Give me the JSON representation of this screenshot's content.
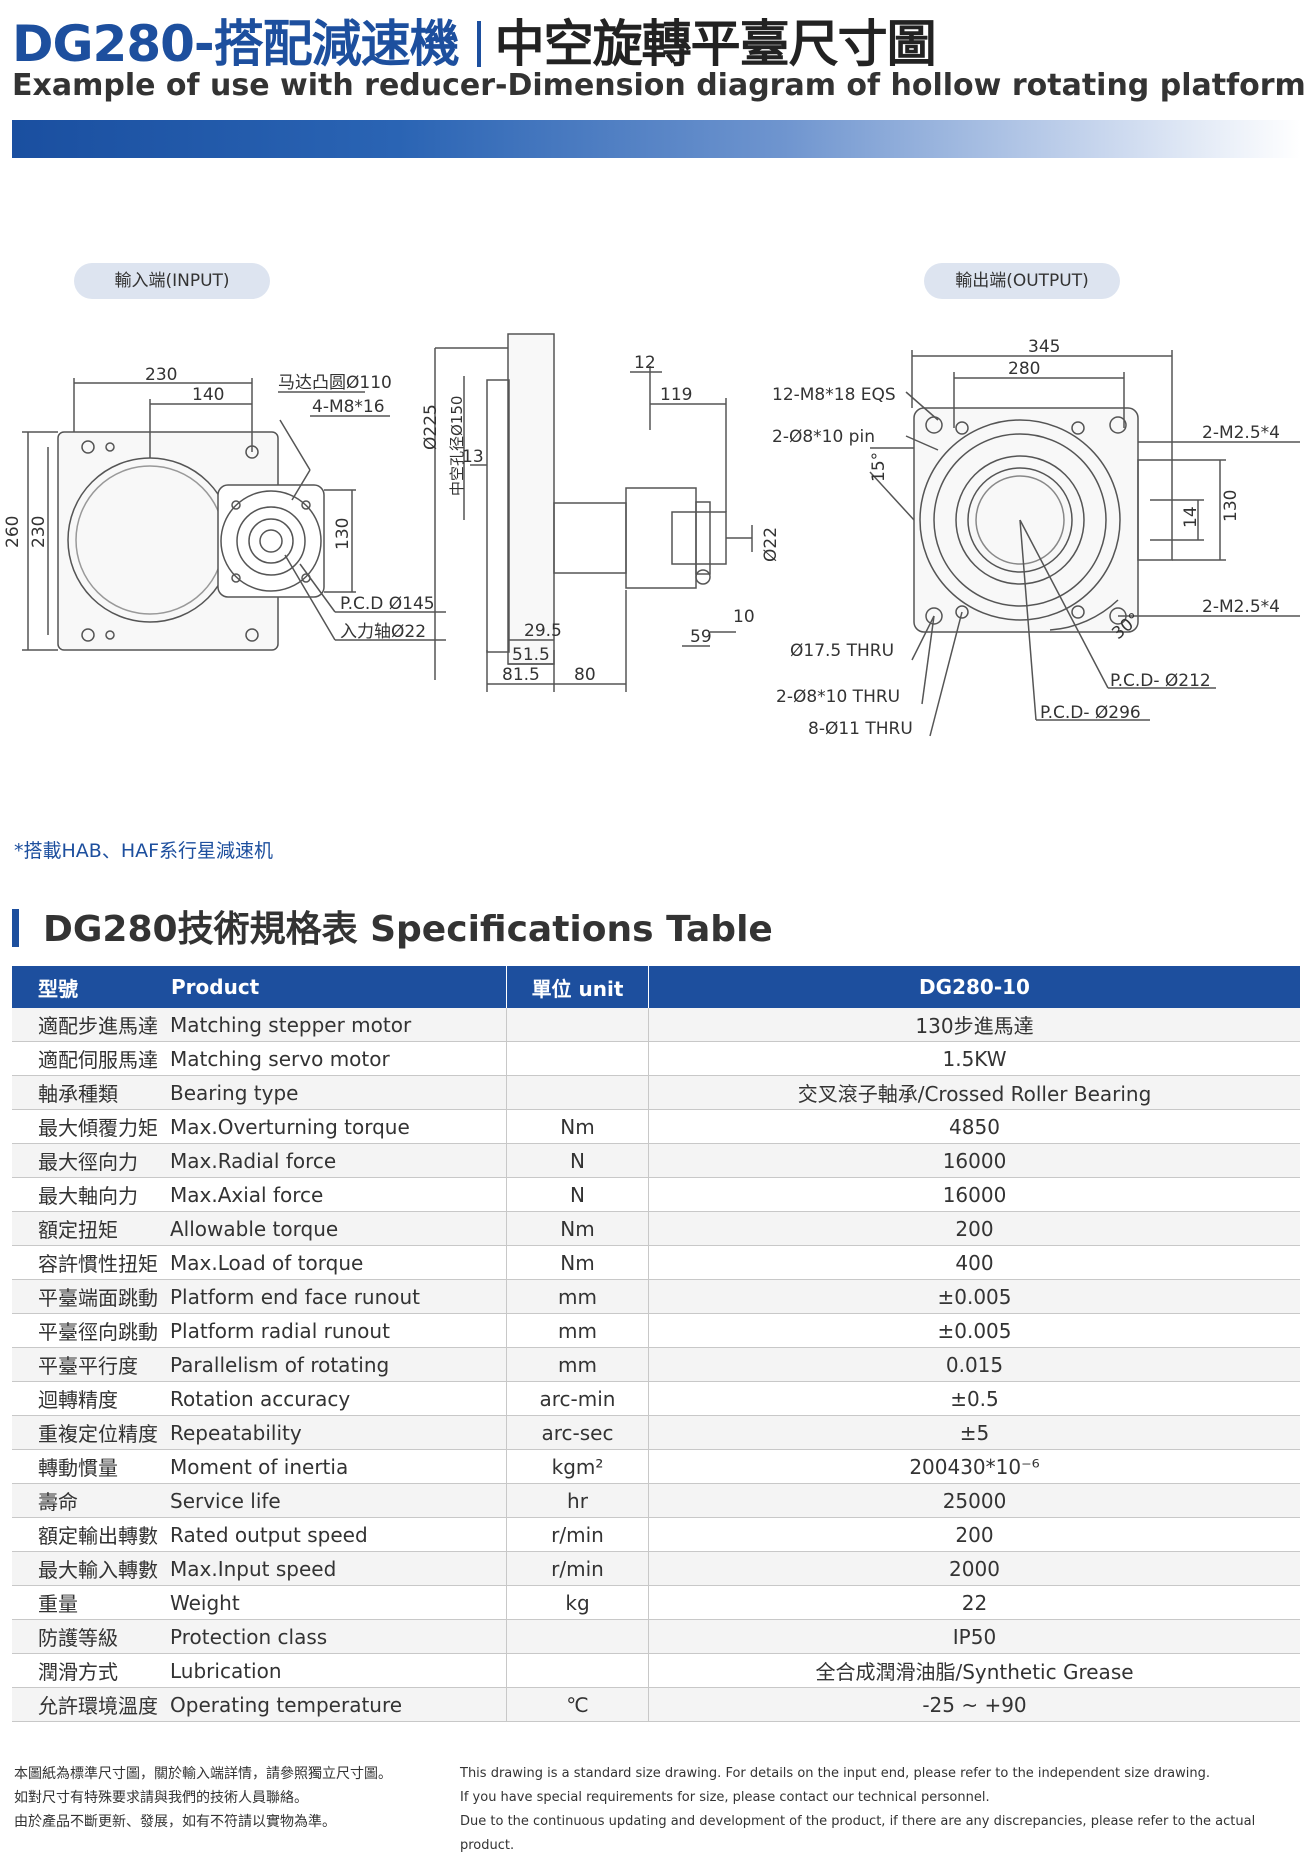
{
  "header": {
    "model": "DG280-搭配減速機",
    "title_cn": "中空旋轉平臺尺寸圖",
    "subtitle": "Example of use with reducer-Dimension diagram of hollow rotating platform"
  },
  "drawing": {
    "input_label": "輸入端(INPUT)",
    "output_label": "輸出端(OUTPUT)",
    "input_dims": {
      "w230": "230",
      "w140": "140",
      "h260": "260",
      "h230": "230",
      "motor_boss": "马达凸圆Ø110",
      "m8": "4-M8*16",
      "h130": "130",
      "pcd145": "P.C.D Ø145",
      "shaft22": "入力轴Ø22"
    },
    "side_dims": {
      "d225": "Ø225",
      "hollow150": "中空孔径Ø150",
      "d13": "13",
      "d12": "12",
      "d119": "119",
      "d22": "Ø22",
      "d10": "10",
      "d59": "59",
      "d29_5": "29.5",
      "d51_5": "51.5",
      "d81_5": "81.5",
      "d80": "80"
    },
    "output_dims": {
      "w345": "345",
      "w280": "280",
      "eqs": "12-M8*18 EQS",
      "pin": "2-Ø8*10 pin",
      "m25a": "2-M2.5*4",
      "m25b": "2-M2.5*4",
      "h14": "14",
      "h130": "130",
      "ang15": "15°",
      "ang30": "30°",
      "thru175": "Ø17.5 THRU",
      "thru8": "2-Ø8*10 THRU",
      "thru11": "8-Ø11 THRU",
      "pcd212": "P.C.D- Ø212",
      "pcd296": "P.C.D- Ø296"
    }
  },
  "note_star": "*搭載HAB、HAF系行星減速机",
  "spec_heading": "DG280技術規格表 Specifications Table",
  "table": {
    "headers": [
      "型號",
      "Product",
      "單位  unit",
      "DG280-10"
    ],
    "rows": [
      [
        "適配步進馬達",
        "Matching stepper motor",
        "",
        "130步進馬達"
      ],
      [
        "適配伺服馬達",
        "Matching servo motor",
        "",
        "1.5KW"
      ],
      [
        "軸承種類",
        "Bearing type",
        "",
        "交叉滾子軸承/Crossed Roller Bearing"
      ],
      [
        "最大傾覆力矩",
        "Max.Overturning torque",
        "Nm",
        "4850"
      ],
      [
        "最大徑向力",
        "Max.Radial force",
        "N",
        "16000"
      ],
      [
        "最大軸向力",
        "Max.Axial force",
        "N",
        "16000"
      ],
      [
        "額定扭矩",
        "Allowable torque",
        "Nm",
        "200"
      ],
      [
        "容許慣性扭矩",
        "Max.Load of torque",
        "Nm",
        "400"
      ],
      [
        "平臺端面跳動",
        "Platform end face runout",
        "mm",
        "±0.005"
      ],
      [
        "平臺徑向跳動",
        "Platform radial runout",
        "mm",
        "±0.005"
      ],
      [
        "平臺平行度",
        "Parallelism of rotating",
        "mm",
        "0.015"
      ],
      [
        "迴轉精度",
        "Rotation accuracy",
        "arc-min",
        "±0.5"
      ],
      [
        "重複定位精度",
        "Repeatability",
        "arc-sec",
        "±5"
      ],
      [
        "轉動慣量",
        "Moment of inertia",
        "kgm²",
        "200430*10⁻⁶"
      ],
      [
        "壽命",
        "Service life",
        "hr",
        "25000"
      ],
      [
        "額定輸出轉數",
        "Rated output speed",
        "r/min",
        "200"
      ],
      [
        "最大輸入轉數",
        "Max.Input speed",
        "r/min",
        "2000"
      ],
      [
        "重量",
        "Weight",
        "kg",
        "22"
      ],
      [
        "防護等級",
        "Protection class",
        "",
        "IP50"
      ],
      [
        "潤滑方式",
        "Lubrication",
        "",
        "全合成潤滑油脂/Synthetic Grease"
      ],
      [
        "允許環境溫度",
        "Operating temperature",
        "℃",
        "-25 ~ +90"
      ]
    ]
  },
  "footer": {
    "cn": [
      "本圖紙為標準尺寸圖，關於輸入端詳情，請參照獨立尺寸圖。",
      "如對尺寸有特殊要求請與我們的技術人員聯絡。",
      "由於產品不斷更新、發展，如有不符請以實物為準。"
    ],
    "en": [
      "This drawing is a standard size drawing. For details on the input end, please refer to the independent size drawing.",
      "If you have special requirements for size, please contact our technical personnel.",
      "Due to the continuous updating and development of the product, if there are any discrepancies, please refer to the actual product."
    ]
  }
}
